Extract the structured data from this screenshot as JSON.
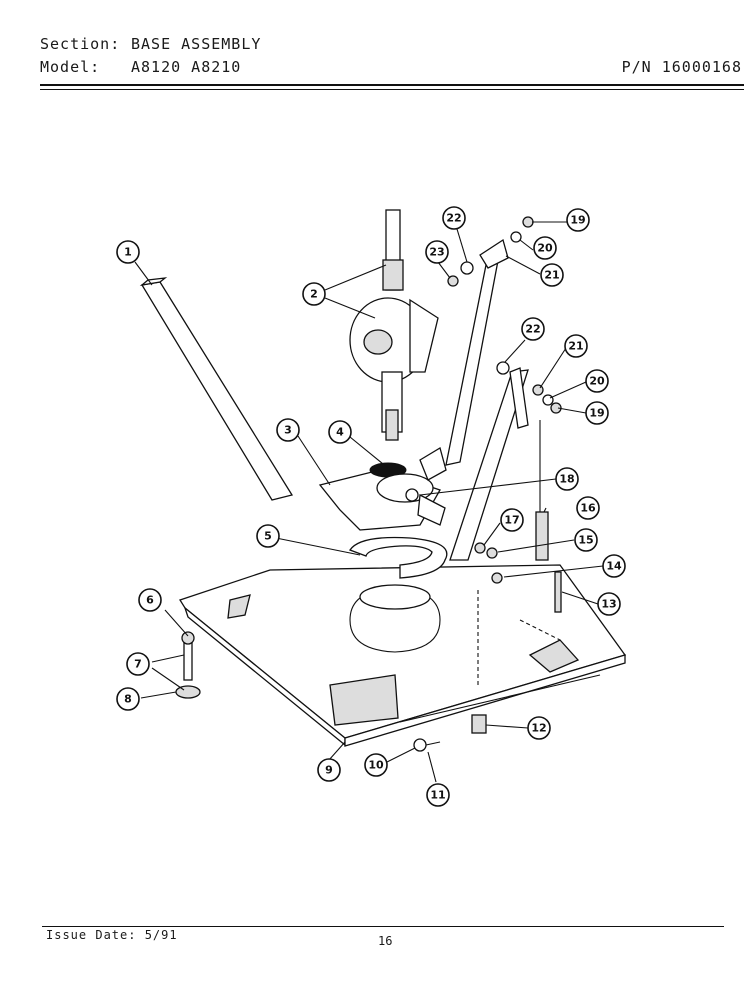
{
  "header": {
    "section_label": "Section:",
    "section_value": "BASE ASSEMBLY",
    "model_label": "Model:",
    "model_value": "A8120  A8210",
    "part_number": "P/N 16000168"
  },
  "footer": {
    "issue_date": "Issue Date: 5/91",
    "page_number": "16"
  },
  "callouts": [
    "1",
    "2",
    "3",
    "4",
    "5",
    "6",
    "7",
    "8",
    "9",
    "10",
    "11",
    "12",
    "13",
    "14",
    "15",
    "16",
    "17",
    "18",
    "19",
    "20",
    "21",
    "22",
    "23",
    "22",
    "21",
    "20",
    "19"
  ]
}
